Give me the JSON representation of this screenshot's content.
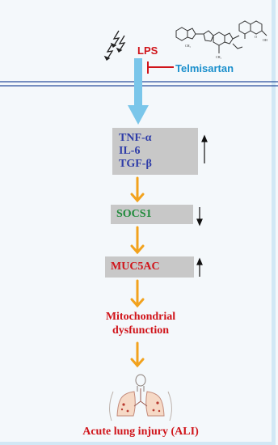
{
  "trigger": {
    "label": "LPS"
  },
  "drug": {
    "label": "Telmisartan"
  },
  "cytokines": {
    "items": [
      "TNF-α",
      "IL-6",
      "TGF-β"
    ],
    "trend": "up"
  },
  "socs": {
    "label": "SOCS1",
    "trend": "down"
  },
  "muc": {
    "label": "MUC5AC",
    "trend": "up"
  },
  "mito": {
    "line1": "Mitochondrial",
    "line2": "dysfunction"
  },
  "outcome": {
    "label": "Acute lung injury (ALI)"
  },
  "colors": {
    "arrow_orange": "#f2a21d",
    "arrow_blue": "#7ac6ea",
    "inhibit_red": "#d0141a",
    "membrane_blue": "#2a4f9c",
    "box_grey": "#c8c8c8"
  }
}
